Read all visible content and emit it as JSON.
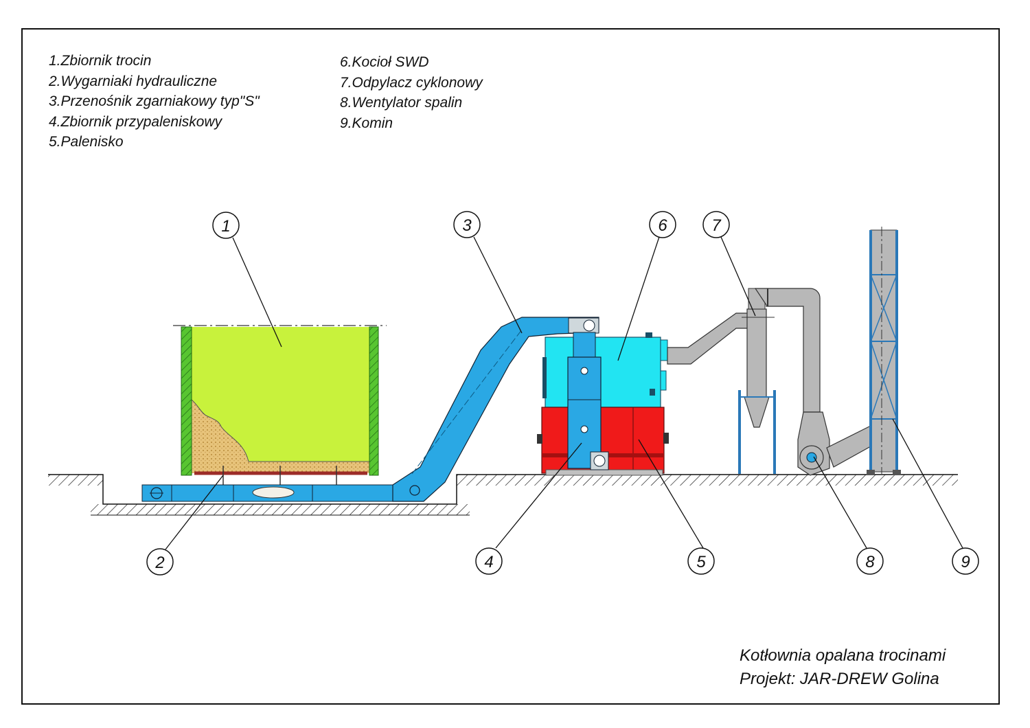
{
  "legend": {
    "left": [
      "1.Zbiornik trocin",
      "2.Wygarniaki hydrauliczne",
      "3.Przenośnik zgarniakowy typ\"S\"",
      "4.Zbiornik przypaleniskowy",
      "5.Palenisko"
    ],
    "right": [
      "6.Kocioł SWD",
      "7.Odpylacz cyklonowy",
      "8.Wentylator spalin",
      "9.Komin"
    ]
  },
  "title_block": {
    "line1": "Kotłownia opalana trocinami",
    "line2": "Projekt: JAR-DREW Golina"
  },
  "callouts": [
    "1",
    "2",
    "3",
    "4",
    "5",
    "6",
    "7",
    "8",
    "9"
  ],
  "colors": {
    "sawdust_tank": "#c8f23c",
    "tank_wall": "#58c531",
    "conveyor": "#2aa8e4",
    "boiler": "#22e4f2",
    "furnace": "#f01a1a",
    "sawdust": "#e7c37a",
    "duct": "#b8b8b8",
    "chimney_frame": "#2a78b8"
  }
}
